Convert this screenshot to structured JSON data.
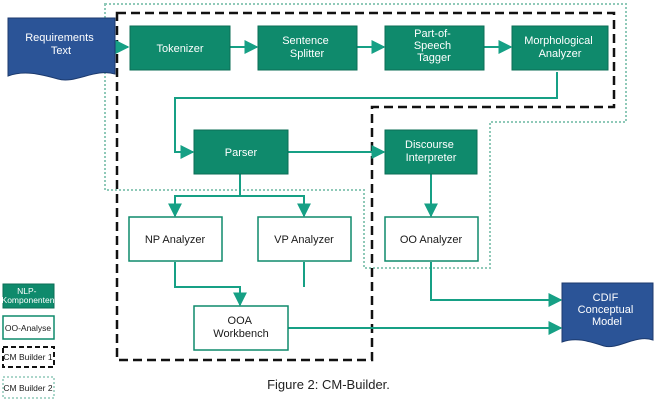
{
  "colors": {
    "nlp_fill": "#0f8a6c",
    "oo_stroke": "#0f8a6c",
    "doc_fill": "#2b5497",
    "cm1_stroke": "#111111",
    "cm2_stroke": "#8fc9b8",
    "arrow": "#16a085"
  },
  "nodes": {
    "requirements_text": [
      "Requirements",
      "Text"
    ],
    "tokenizer": [
      "Tokenizer"
    ],
    "sentence_splitter": [
      "Sentence",
      "Splitter"
    ],
    "pos_tagger": [
      "Part-of-",
      "Speech",
      "Tagger"
    ],
    "morphological_analyzer": [
      "Morphological",
      "Analyzer"
    ],
    "parser": [
      "Parser"
    ],
    "discourse_interpreter": [
      "Discourse",
      "Interpreter"
    ],
    "np_analyzer": [
      "NP Analyzer"
    ],
    "vp_analyzer": [
      "VP Analyzer"
    ],
    "oo_analyzer": [
      "OO Analyzer"
    ],
    "ooa_workbench": [
      "OOA",
      "Workbench"
    ],
    "cdif_model": [
      "CDIF",
      "Conceptual",
      "Model"
    ]
  },
  "legend": {
    "nlp": [
      "NLP-",
      "Komponenten"
    ],
    "oo": "OO-Analyse",
    "cm1": "CM Builder 1",
    "cm2": "CM Builder 2"
  },
  "caption": "Figure 2: CM-Builder."
}
